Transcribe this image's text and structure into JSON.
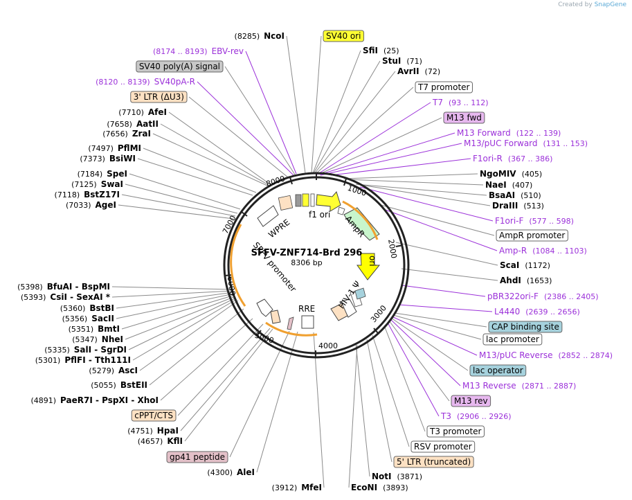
{
  "credit": {
    "prefix": "Created by",
    "brand": "SnapGene"
  },
  "plasmid": {
    "name": "SFFV-ZNF714-Brd 296",
    "size": "8306 bp"
  },
  "ticks": [
    "1000",
    "2000",
    "3000",
    "4000",
    "5000",
    "6000",
    "7000",
    "8000"
  ],
  "inner_features": {
    "f1_ori": "f1 ori",
    "ampr": "AmpR",
    "ori": "ori",
    "hiv_psi": "HIV-1 Ψ",
    "rre": "RRE",
    "sffv": "SFFV promoter",
    "wpre": "WPRE"
  },
  "left_labels": [
    {
      "pos": "(8285)",
      "name": "NcoI",
      "type": "enzyme"
    },
    {
      "pos": "(8174 .. 8193)",
      "name": "EBV-rev",
      "type": "primer"
    },
    {
      "name": "SV40 poly(A) signal",
      "type": "feature",
      "color": "#c8c8c8"
    },
    {
      "pos": "(8120 .. 8139)",
      "name": "SV40pA-R",
      "type": "primer"
    },
    {
      "name": "3' LTR (ΔU3)",
      "type": "feature",
      "color": "#fde1c3"
    },
    {
      "pos": "(7710)",
      "name": "AfeI",
      "type": "enzyme"
    },
    {
      "pos": "(7658)",
      "name": "AatII",
      "type": "enzyme"
    },
    {
      "pos": "(7656)",
      "name": "ZraI",
      "type": "enzyme"
    },
    {
      "pos": "(7497)",
      "name": "PflMI",
      "type": "enzyme"
    },
    {
      "pos": "(7373)",
      "name": "BsiWI",
      "type": "enzyme"
    },
    {
      "pos": "(7184)",
      "name": "SpeI",
      "type": "enzyme"
    },
    {
      "pos": "(7125)",
      "name": "SwaI",
      "type": "enzyme"
    },
    {
      "pos": "(7118)",
      "name": "BstZ17I",
      "type": "enzyme"
    },
    {
      "pos": "(7033)",
      "name": "AgeI",
      "type": "enzyme"
    },
    {
      "pos": "(5398)",
      "name": "BfuAI  - BspMI",
      "type": "enzyme"
    },
    {
      "pos": "(5393)",
      "name": "CsiI  - SexAI *",
      "type": "enzyme"
    },
    {
      "pos": "(5360)",
      "name": "BstBI",
      "type": "enzyme"
    },
    {
      "pos": "(5356)",
      "name": "SacII",
      "type": "enzyme"
    },
    {
      "pos": "(5351)",
      "name": "BmtI",
      "type": "enzyme"
    },
    {
      "pos": "(5347)",
      "name": "NheI",
      "type": "enzyme"
    },
    {
      "pos": "(5335)",
      "name": "SalI  - SgrDI",
      "type": "enzyme"
    },
    {
      "pos": "(5301)",
      "name": "PflFI  - Tth111I",
      "type": "enzyme"
    },
    {
      "pos": "(5279)",
      "name": "AscI",
      "type": "enzyme"
    },
    {
      "pos": "(5055)",
      "name": "BstEII",
      "type": "enzyme"
    },
    {
      "pos": "(4891)",
      "name": "PaeR7I  - PspXI  - XhoI",
      "type": "enzyme"
    },
    {
      "name": "cPPT/CTS",
      "type": "feature",
      "color": "#fde1c3"
    },
    {
      "pos": "(4751)",
      "name": "HpaI",
      "type": "enzyme"
    },
    {
      "pos": "(4657)",
      "name": "KflI",
      "type": "enzyme"
    },
    {
      "name": "gp41 peptide",
      "type": "feature",
      "color": "#e3c0c8"
    },
    {
      "pos": "(4300)",
      "name": "AleI",
      "type": "enzyme"
    },
    {
      "pos": "(3912)",
      "name": "MfeI",
      "type": "enzyme"
    }
  ],
  "right_labels": [
    {
      "name": "SV40 ori",
      "type": "feature",
      "color": "#ffff33"
    },
    {
      "pos": "(25)",
      "name": "SfiI",
      "type": "enzyme"
    },
    {
      "pos": "(71)",
      "name": "StuI",
      "type": "enzyme"
    },
    {
      "pos": "(72)",
      "name": "AvrII",
      "type": "enzyme"
    },
    {
      "name": "T7 promoter",
      "type": "feature",
      "color": "#ffffff"
    },
    {
      "pos": "(93 .. 112)",
      "name": "T7",
      "type": "primer"
    },
    {
      "name": "M13 fwd",
      "type": "feature",
      "color": "#e7b8ef"
    },
    {
      "pos": "(122 .. 139)",
      "name": "M13 Forward",
      "type": "primer"
    },
    {
      "pos": "(131 .. 153)",
      "name": "M13/pUC Forward",
      "type": "primer"
    },
    {
      "pos": "(367 .. 386)",
      "name": "F1ori-R",
      "type": "primer"
    },
    {
      "pos": "(405)",
      "name": "NgoMIV",
      "type": "enzyme"
    },
    {
      "pos": "(407)",
      "name": "NaeI",
      "type": "enzyme"
    },
    {
      "pos": "(510)",
      "name": "BsaAI",
      "type": "enzyme"
    },
    {
      "pos": "(513)",
      "name": "DraIII",
      "type": "enzyme"
    },
    {
      "pos": "(577 .. 598)",
      "name": "F1ori-F",
      "type": "primer"
    },
    {
      "name": "AmpR promoter",
      "type": "feature",
      "color": "#ffffff"
    },
    {
      "pos": "(1084 .. 1103)",
      "name": "Amp-R",
      "type": "primer"
    },
    {
      "pos": "(1172)",
      "name": "ScaI",
      "type": "enzyme"
    },
    {
      "pos": "(1653)",
      "name": "AhdI",
      "type": "enzyme"
    },
    {
      "pos": "(2386 .. 2405)",
      "name": "pBR322ori-F",
      "type": "primer"
    },
    {
      "pos": "(2639 .. 2656)",
      "name": "L4440",
      "type": "primer"
    },
    {
      "name": "CAP binding site",
      "type": "feature",
      "color": "#a6d2dd"
    },
    {
      "name": "lac promoter",
      "type": "feature",
      "color": "#ffffff"
    },
    {
      "pos": "(2852 .. 2874)",
      "name": "M13/pUC Reverse",
      "type": "primer"
    },
    {
      "name": "lac operator",
      "type": "feature",
      "color": "#a6d2dd"
    },
    {
      "pos": "(2871 .. 2887)",
      "name": "M13 Reverse",
      "type": "primer"
    },
    {
      "name": "M13 rev",
      "type": "feature",
      "color": "#e7b8ef"
    },
    {
      "pos": "(2906 .. 2926)",
      "name": "T3",
      "type": "primer"
    },
    {
      "name": "T3 promoter",
      "type": "feature",
      "color": "#ffffff"
    },
    {
      "name": "RSV promoter",
      "type": "feature",
      "color": "#ffffff"
    },
    {
      "name": "5' LTR (truncated)",
      "type": "feature",
      "color": "#fde1c3"
    },
    {
      "pos": "(3871)",
      "name": "NotI",
      "type": "enzyme"
    },
    {
      "pos": "(3893)",
      "name": "EcoNI",
      "type": "enzyme"
    }
  ]
}
